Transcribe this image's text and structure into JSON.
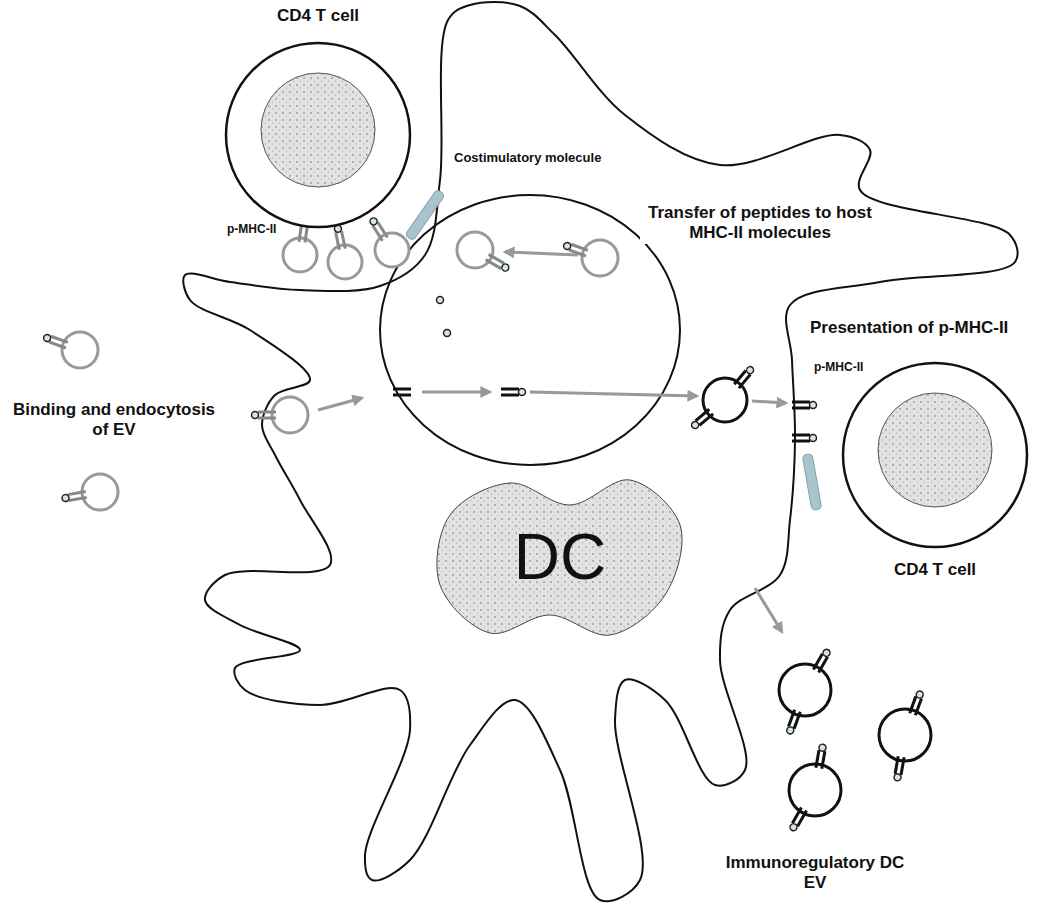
{
  "diagram": {
    "nodes": [
      {
        "text": [
          "CD4 T cell"
        ]
      },
      {
        "text": [
          "DC"
        ]
      },
      {
        "text": [
          "CD4 T cell"
        ]
      }
    ],
    "labels": [
      "Costimulatory molecule",
      "p-MHC-II",
      "Transfer of peptides to host MHC-II molecules",
      "Presentation of p-MHC-II",
      "p-MHC-II",
      "Binding and endocytosis of EV",
      "Immunoregulatory DC EV"
    ]
  }
}
